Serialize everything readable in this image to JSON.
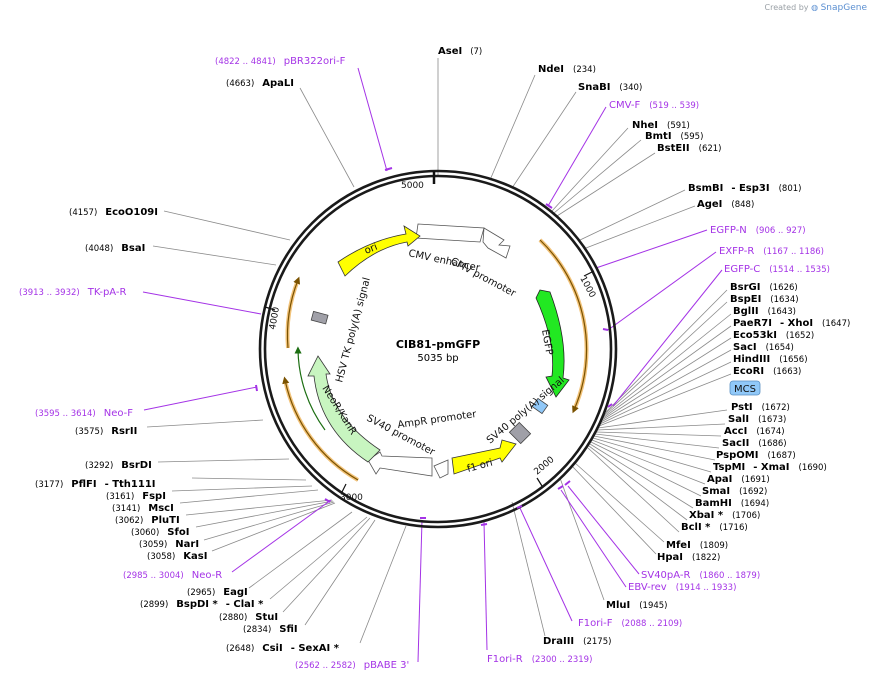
{
  "credit": {
    "prefix": "Created by",
    "brand": "SnapGene"
  },
  "plasmid": {
    "name": "CIB81-pmGFP",
    "length_label": "5035 bp",
    "length": 5035
  },
  "ticks": [
    "1000",
    "2000",
    "3000",
    "4000",
    "5000"
  ],
  "features": [
    {
      "label": "CMV enhancer"
    },
    {
      "label": "CMV promoter"
    },
    {
      "label": "EGFP"
    },
    {
      "label": "SV40 poly(A) signal"
    },
    {
      "label": "f1 ori"
    },
    {
      "label": "AmpR promoter"
    },
    {
      "label": "SV40 promoter"
    },
    {
      "label": "NeoR/KanR"
    },
    {
      "label": "HSV TK poly(A) signal"
    },
    {
      "label": "ori"
    },
    {
      "label": "MCS"
    }
  ],
  "sites": [
    {
      "name": "AseI",
      "pos": "(7)"
    },
    {
      "name": "NdeI",
      "pos": "(234)"
    },
    {
      "name": "SnaBI",
      "pos": "(340)"
    },
    {
      "name": "NheI",
      "pos": "(591)"
    },
    {
      "name": "BmtI",
      "pos": "(595)"
    },
    {
      "name": "BstEII",
      "pos": "(621)"
    },
    {
      "name": "BsmBI",
      "extra": "- Esp3I",
      "pos": "(801)"
    },
    {
      "name": "AgeI",
      "pos": "(848)"
    },
    {
      "name": "BsrGI",
      "pos": "(1626)"
    },
    {
      "name": "BspEI",
      "pos": "(1634)"
    },
    {
      "name": "BglII",
      "pos": "(1643)"
    },
    {
      "name": "PaeR7I",
      "extra": "- XhoI",
      "pos": "(1647)"
    },
    {
      "name": "Eco53kI",
      "pos": "(1652)"
    },
    {
      "name": "SacI",
      "pos": "(1654)"
    },
    {
      "name": "HindIII",
      "pos": "(1656)"
    },
    {
      "name": "EcoRI",
      "pos": "(1663)"
    },
    {
      "name": "PstI",
      "pos": "(1672)"
    },
    {
      "name": "SalI",
      "pos": "(1673)"
    },
    {
      "name": "AccI",
      "pos": "(1674)"
    },
    {
      "name": "SacII",
      "pos": "(1686)"
    },
    {
      "name": "PspOMI",
      "pos": "(1687)"
    },
    {
      "name": "TspMI",
      "extra": "- XmaI",
      "pos": "(1690)"
    },
    {
      "name": "ApaI",
      "pos": "(1691)"
    },
    {
      "name": "SmaI",
      "pos": "(1692)"
    },
    {
      "name": "BamHI",
      "pos": "(1694)"
    },
    {
      "name": "XbaI *",
      "pos": "(1706)"
    },
    {
      "name": "BclI *",
      "pos": "(1716)"
    },
    {
      "name": "MfeI",
      "pos": "(1809)"
    },
    {
      "name": "HpaI",
      "pos": "(1822)"
    },
    {
      "name": "MluI",
      "pos": "(1945)"
    },
    {
      "name": "DraIII",
      "pos": "(2175)"
    },
    {
      "name": "CsiI",
      "extra": "- SexAI *",
      "pos": "(2648)"
    },
    {
      "name": "SfiI",
      "pos": "(2834)"
    },
    {
      "name": "StuI",
      "pos": "(2880)"
    },
    {
      "name": "BspDI *",
      "extra": "- ClaI *",
      "pos": "(2899)"
    },
    {
      "name": "EagI",
      "pos": "(2965)"
    },
    {
      "name": "KasI",
      "pos": "(3058)"
    },
    {
      "name": "NarI",
      "pos": "(3059)"
    },
    {
      "name": "SfoI",
      "pos": "(3060)"
    },
    {
      "name": "PluTI",
      "pos": "(3062)"
    },
    {
      "name": "MscI",
      "pos": "(3141)"
    },
    {
      "name": "FspI",
      "pos": "(3161)"
    },
    {
      "name": "PflFI",
      "extra": "- Tth111I",
      "pos": "(3177)"
    },
    {
      "name": "BsrDI",
      "pos": "(3292)"
    },
    {
      "name": "RsrII",
      "pos": "(3575)"
    },
    {
      "name": "BsaI",
      "pos": "(4048)"
    },
    {
      "name": "EcoO109I",
      "pos": "(4157)"
    },
    {
      "name": "ApaLI",
      "pos": "(4663)"
    }
  ],
  "primers": [
    {
      "name": "pBR322ori-F",
      "range": "(4822 .. 4841)"
    },
    {
      "name": "CMV-F",
      "range": "(519 .. 539)"
    },
    {
      "name": "EGFP-N",
      "range": "(906 .. 927)"
    },
    {
      "name": "EXFP-R",
      "range": "(1167 .. 1186)"
    },
    {
      "name": "EGFP-C",
      "range": "(1514 .. 1535)"
    },
    {
      "name": "SV40pA-R",
      "range": "(1860 .. 1879)"
    },
    {
      "name": "EBV-rev",
      "range": "(1914 .. 1933)"
    },
    {
      "name": "F1ori-F",
      "range": "(2088 .. 2109)"
    },
    {
      "name": "F1ori-R",
      "range": "(2300 .. 2319)"
    },
    {
      "name": "pBABE 3'",
      "range": "(2562 .. 2582)"
    },
    {
      "name": "Neo-R",
      "range": "(2985 .. 3004)"
    },
    {
      "name": "Neo-F",
      "range": "(3595 .. 3614)"
    },
    {
      "name": "TK-pA-R",
      "range": "(3913 .. 3932)"
    }
  ],
  "colors": {
    "egfp": "#22e822",
    "ori": "#ffff00",
    "f1ori": "#ffff00",
    "neo": "#c8f5c0",
    "promoter": "#ffffff",
    "orf_arrow": "#f2a630",
    "primer": "#a433e6",
    "polyA": "#a0a0a8",
    "mcs": "#90c8f8"
  }
}
